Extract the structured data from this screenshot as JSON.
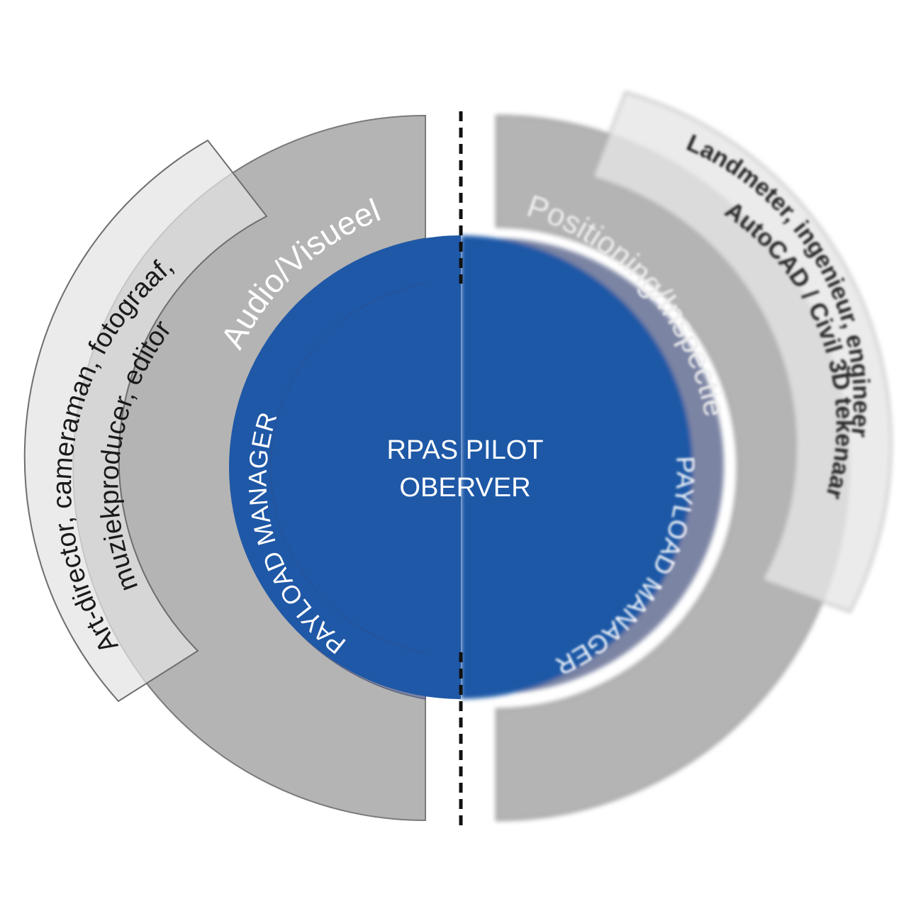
{
  "center": {
    "line1": "RPAS PILOT",
    "line2": "OBERVER"
  },
  "left": {
    "ring_label": "PAYLOAD MANAGER",
    "sector_label": "Audio/Visueel",
    "roles_line1": "Art-director, cameraman, fotograaf,",
    "roles_line2": "muziekproducer, editor"
  },
  "right": {
    "ring_label": "PAYLOAD MANAGER",
    "sector_label": "Positioning/Inspectie",
    "roles_line1": "Landmeter, ingenieur, engineer",
    "roles_line2": "AutoCAD / Civil 3D tekenaar"
  },
  "colors": {
    "core": "#1f58a6",
    "ring": "#7b84a3",
    "sector": "#b4b4b4",
    "label_band": "#e3e3e3",
    "divider": "#111111",
    "text_light": "#ffffff",
    "text_dark": "#1a1a1a"
  }
}
